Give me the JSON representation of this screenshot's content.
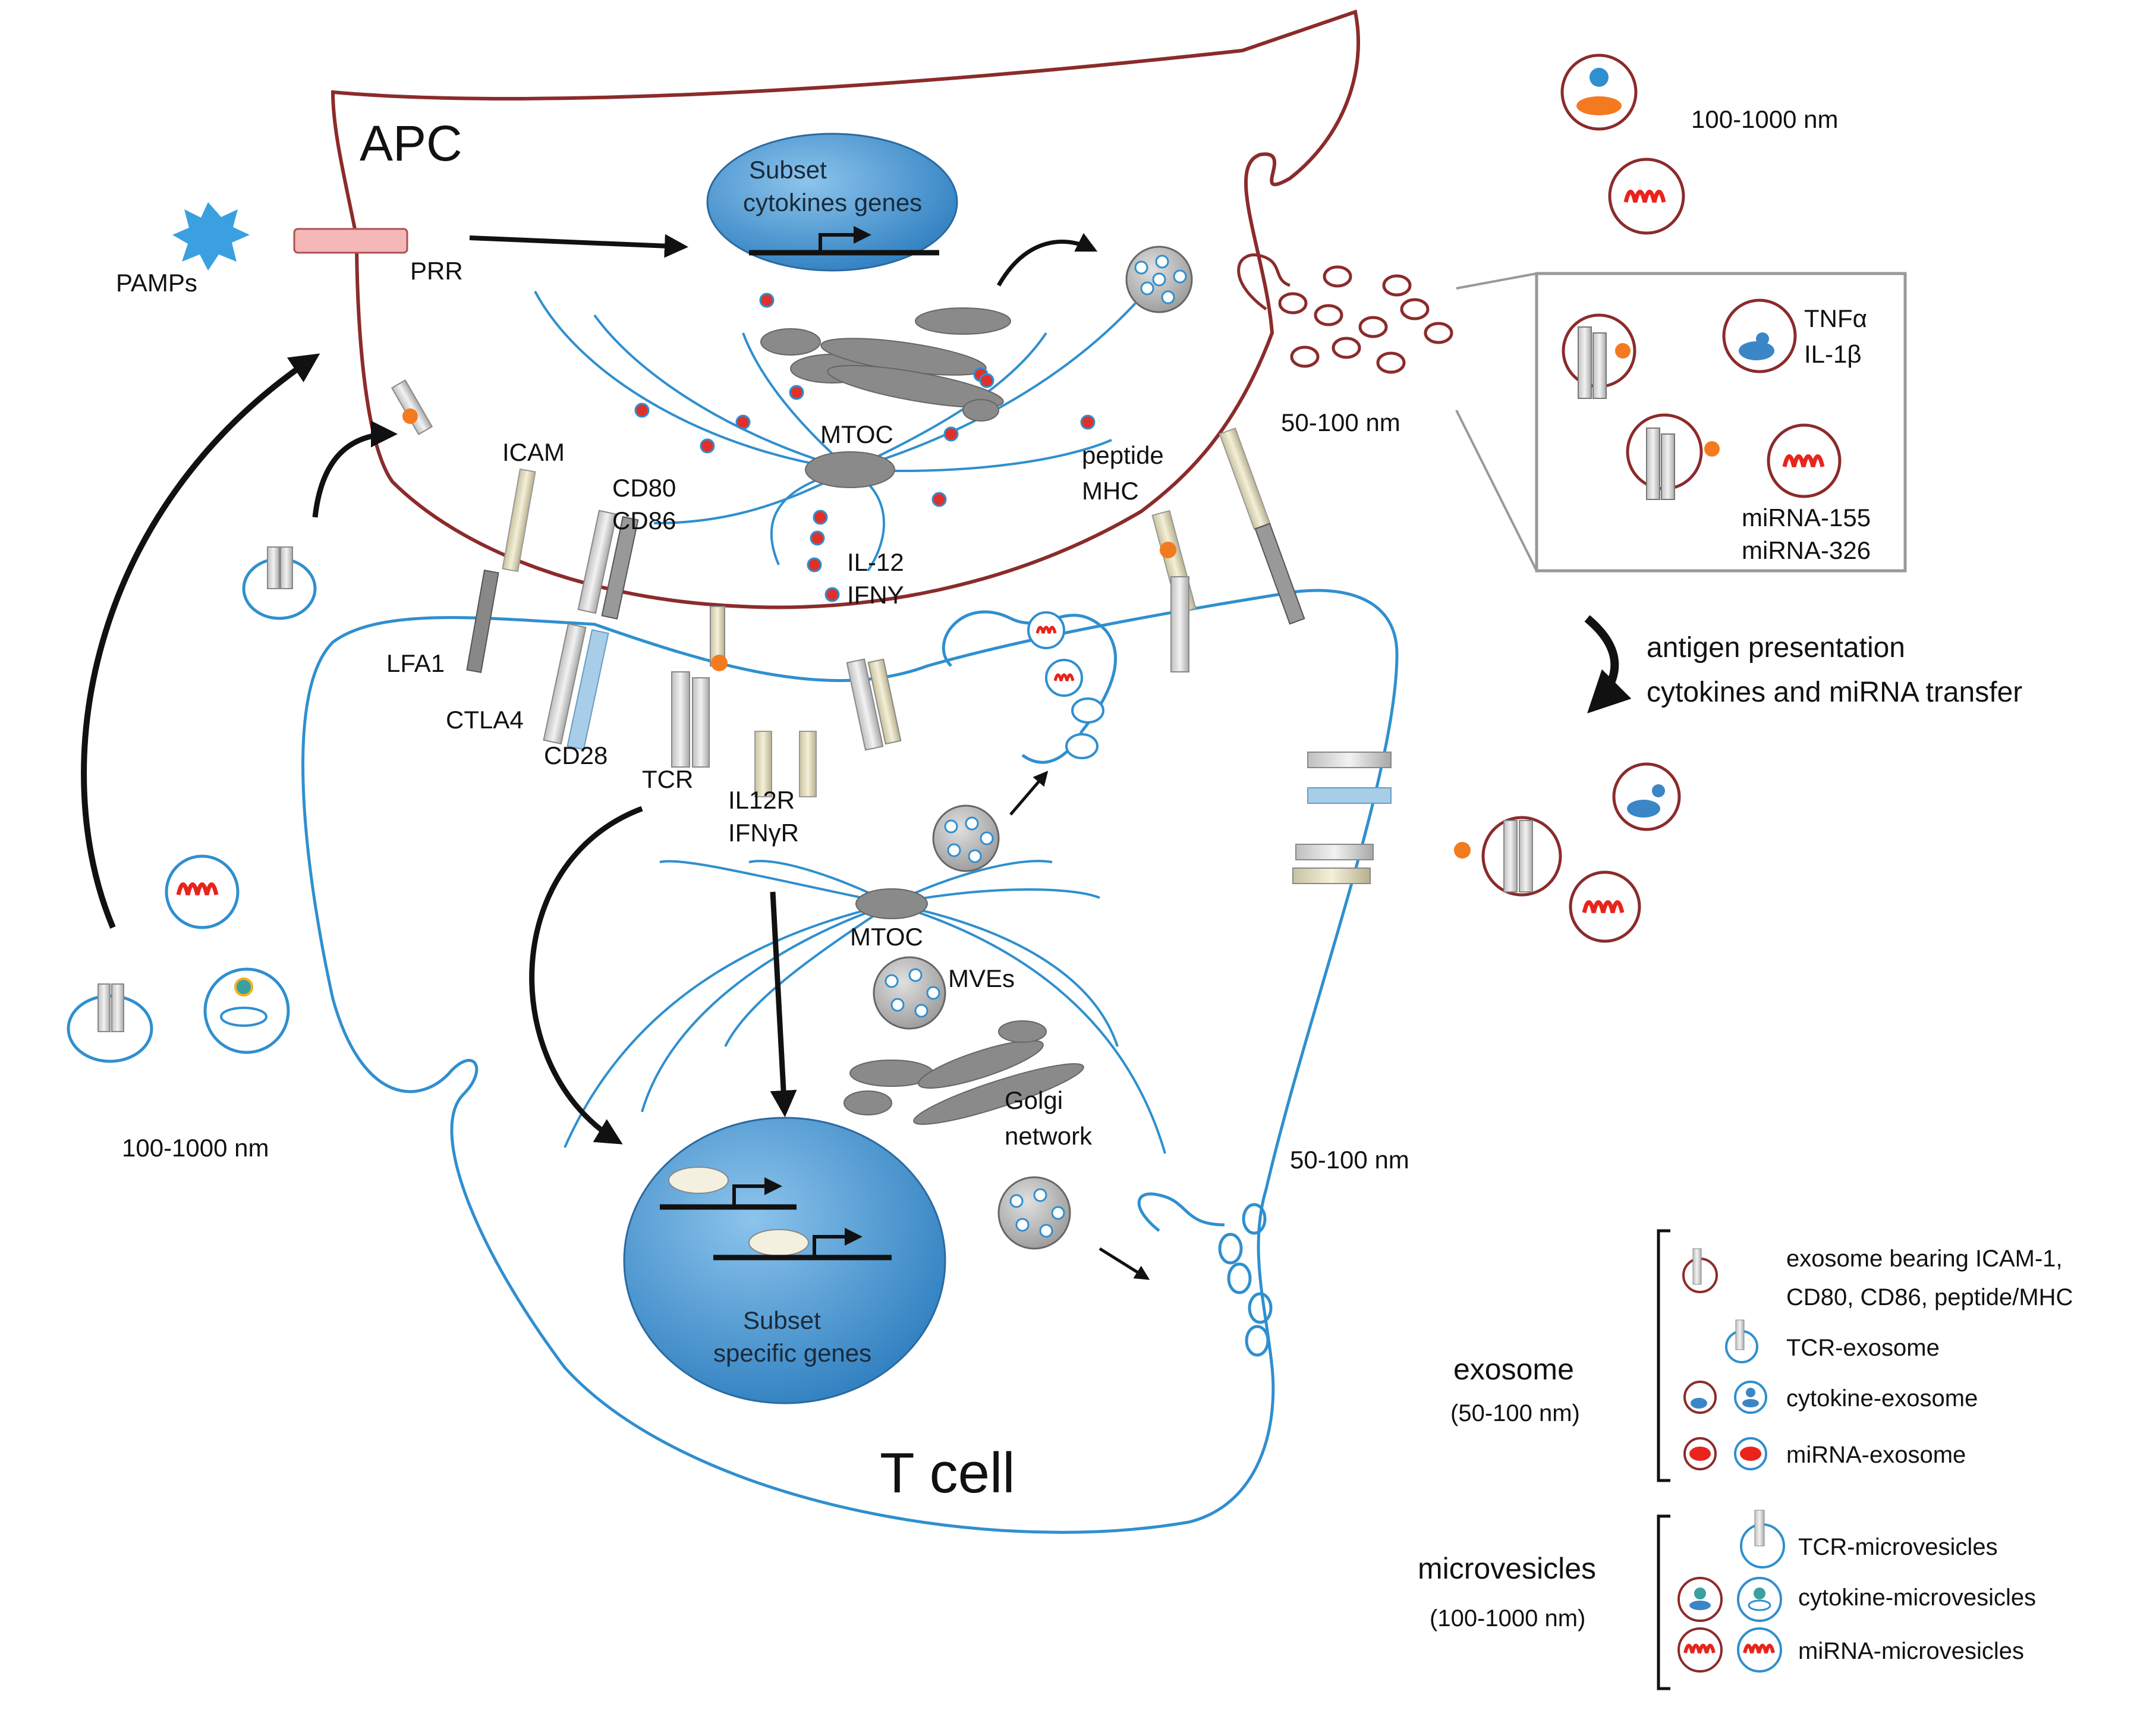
{
  "cells": {
    "apc": "APC",
    "tcell": "T cell"
  },
  "labels": {
    "pamps": "PAMPs",
    "prr": "PRR",
    "subset_cytokines_1": "Subset",
    "subset_cytokines_2": "cytokines genes",
    "subset_specific_1": "Subset",
    "subset_specific_2": "specific genes",
    "mtoc_apc": "MTOC",
    "mtoc_t": "MTOC",
    "icam": "ICAM",
    "cd80": "CD80",
    "cd86": "CD86",
    "lfa1": "LFA1",
    "ctla4": "CTLA4",
    "cd28": "CD28",
    "tcr": "TCR",
    "il12": "IL-12",
    "ifny": "IFNY",
    "il12r": "IL12R",
    "ifnyr": "IFNγR",
    "peptide": "peptide",
    "mhc": "MHC",
    "mves": "MVEs",
    "golgi_1": "Golgi",
    "golgi_2": "network",
    "size_top_right": "100-1000 nm",
    "size_apc_exo": "50-100 nm",
    "size_left": "100-1000 nm",
    "size_t_exo": "50-100 nm",
    "tnfa": "TNFα",
    "il1b": "IL-1β",
    "mirna155": "miRNA-155",
    "mirna326": "miRNA-326",
    "transfer_1": "antigen presentation",
    "transfer_2": "cytokines and miRNA transfer"
  },
  "legend": {
    "exosome_title": "exosome",
    "exosome_size": "(50-100 nm)",
    "microvesicles_title": "microvesicles",
    "microvesicles_size": "(100-1000 nm)",
    "exo_items": [
      "exosome bearing  ICAM-1,",
      "CD80, CD86, peptide/MHC",
      "TCR-exosome",
      "cytokine-exosome",
      "miRNA-exosome"
    ],
    "mv_items": [
      "TCR-microvesicles",
      "cytokine-microvesicles",
      "miRNA-microvesicles"
    ]
  },
  "colors": {
    "apc_membrane": "#8b2b2b",
    "tcell_membrane": "#2f8fcf",
    "nucleus": "#3a86c6",
    "organelle": "#8a8a8a",
    "red_dot": "#e0302a",
    "pamp": "#3aa0e0",
    "prr": "#f4b8b8",
    "antigen": "#f47a20",
    "mirna": "#e8241c",
    "arrow": "#111111"
  }
}
